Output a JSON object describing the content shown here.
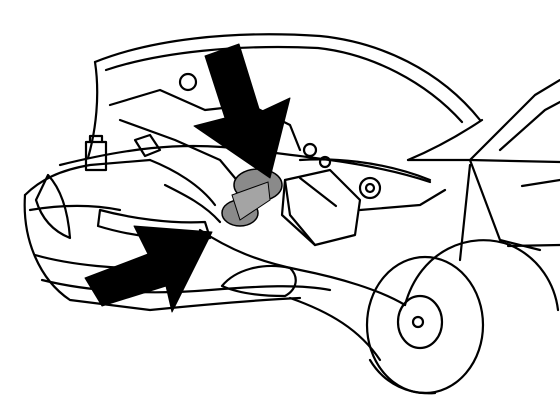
{
  "colors": {
    "background": "#ffffff",
    "line": "#000000",
    "arrow_fill": "#000000",
    "highlight_gray": "#8a8a8a"
  },
  "figure": {
    "subject": "car-front-with-open-hood",
    "arrows": [
      {
        "name": "top-arrow",
        "points_to": "engine-bay-component"
      },
      {
        "name": "left-arrow",
        "points_to": "engine-bay-component"
      }
    ]
  }
}
